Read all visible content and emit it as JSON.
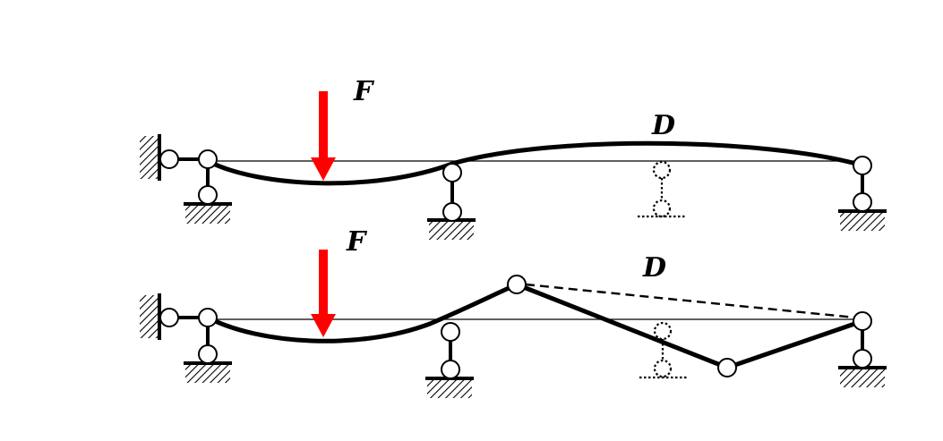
{
  "labels": {
    "force_top": "F",
    "deflection_top": "D",
    "force_bottom": "F",
    "deflection_bottom": "D"
  },
  "colors": {
    "force_arrow": "#ff0000",
    "structure": "#000000",
    "background": "#ffffff"
  }
}
